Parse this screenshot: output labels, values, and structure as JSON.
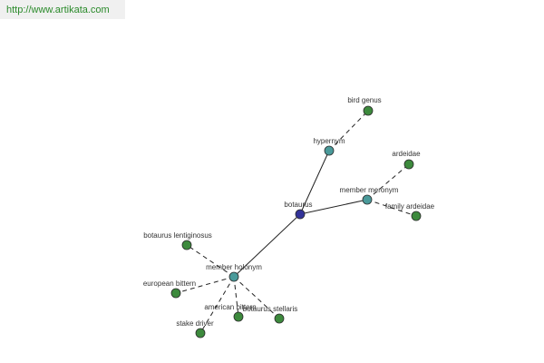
{
  "header": {
    "url": "http://www.artikata.com"
  },
  "colors": {
    "root_node": "#333399",
    "relation_node": "#4a9a9a",
    "leaf_node": "#3d8a3d",
    "url_text": "#2a8a2a"
  },
  "graph": {
    "root": {
      "label": "botaurus"
    },
    "relations": [
      {
        "key": "hypernym",
        "label": "hypernym"
      },
      {
        "key": "meronym",
        "label": "member meronym"
      },
      {
        "key": "holonym",
        "label": "member holonym"
      }
    ],
    "leaves": [
      {
        "key": "bird_genus",
        "label": "bird genus",
        "parent": "hypernym"
      },
      {
        "key": "ardeidae",
        "label": "ardeidae",
        "parent": "meronym"
      },
      {
        "key": "family_ardeidae",
        "label": "family ardeidae",
        "parent": "meronym"
      },
      {
        "key": "botaurus_lentiginosus",
        "label": "botaurus lentiginosus",
        "parent": "holonym"
      },
      {
        "key": "european_bittern",
        "label": "european bittern",
        "parent": "holonym"
      },
      {
        "key": "american_bittern",
        "label": "american bittern",
        "parent": "holonym"
      },
      {
        "key": "botaurus_stellaris",
        "label": "botaurus stellaris",
        "parent": "holonym"
      },
      {
        "key": "stake_driver",
        "label": "stake driver",
        "parent": "holonym"
      }
    ]
  }
}
